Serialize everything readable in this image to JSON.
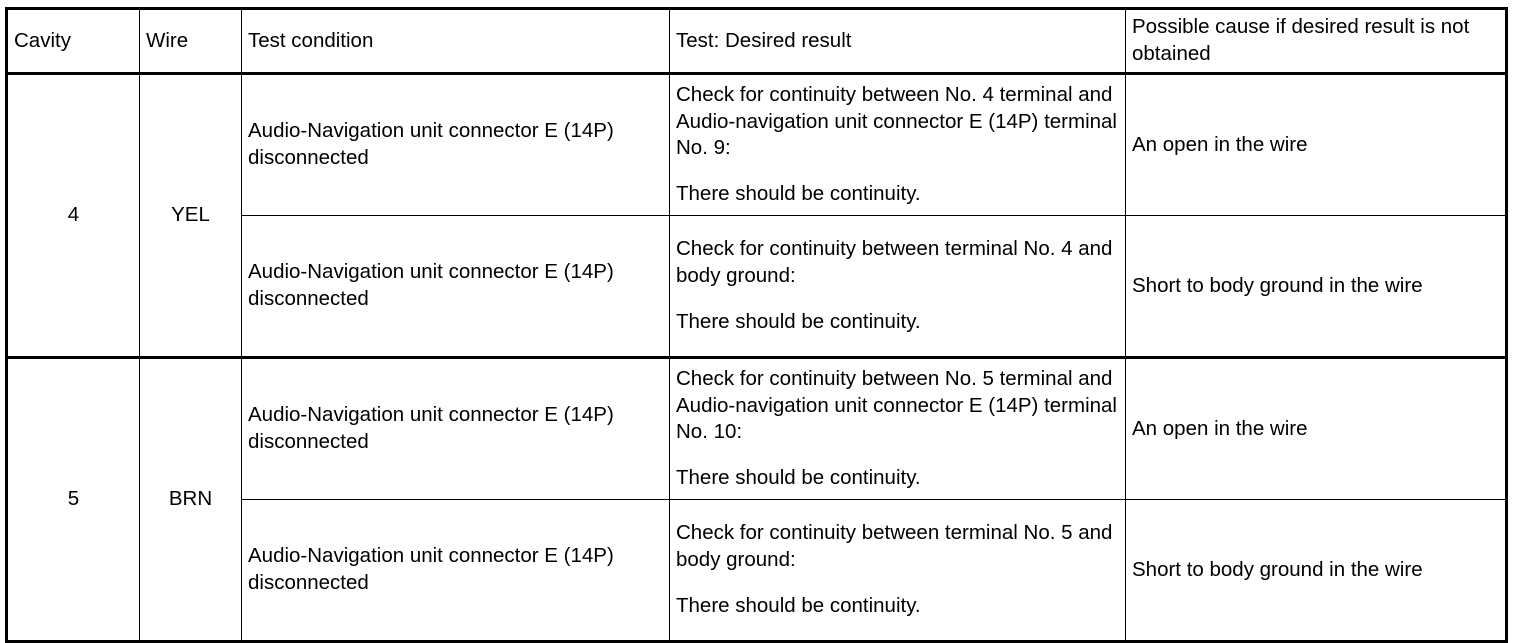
{
  "table": {
    "columns": [
      {
        "key": "cavity",
        "label": "Cavity"
      },
      {
        "key": "wire",
        "label": "Wire"
      },
      {
        "key": "test_condition",
        "label": "Test condition"
      },
      {
        "key": "desired_result",
        "label": "Test: Desired result"
      },
      {
        "key": "possible_cause",
        "label": "Possible cause if desired result is not obtained"
      }
    ],
    "groups": [
      {
        "cavity": "4",
        "wire": "YEL",
        "rows": [
          {
            "test_condition": "Audio-Navigation unit connector E (14P) disconnected",
            "desired_result_check": "Check for continuity between No. 4 terminal and Audio-navigation unit connector E (14P) terminal No. 9:",
            "desired_result_expect": "There should be continuity.",
            "possible_cause": "An open in the wire"
          },
          {
            "test_condition": "Audio-Navigation unit connector E (14P) disconnected",
            "desired_result_check": "Check for continuity between terminal No. 4 and body ground:",
            "desired_result_expect": "There should be continuity.",
            "possible_cause": "Short to body ground in the wire"
          }
        ]
      },
      {
        "cavity": "5",
        "wire": "BRN",
        "rows": [
          {
            "test_condition": "Audio-Navigation unit connector E (14P) disconnected",
            "desired_result_check": "Check for continuity between No. 5 terminal and Audio-navigation unit connector E (14P) terminal No. 10:",
            "desired_result_expect": "There should be continuity.",
            "possible_cause": "An open in the wire"
          },
          {
            "test_condition": "Audio-Navigation unit connector E (14P) disconnected",
            "desired_result_check": "Check for continuity between terminal No. 5 and body ground:",
            "desired_result_expect": "There should be continuity.",
            "possible_cause": "Short to body ground in the wire"
          }
        ]
      }
    ]
  },
  "colors": {
    "border": "#000000",
    "text": "#000000",
    "background": "#ffffff"
  }
}
